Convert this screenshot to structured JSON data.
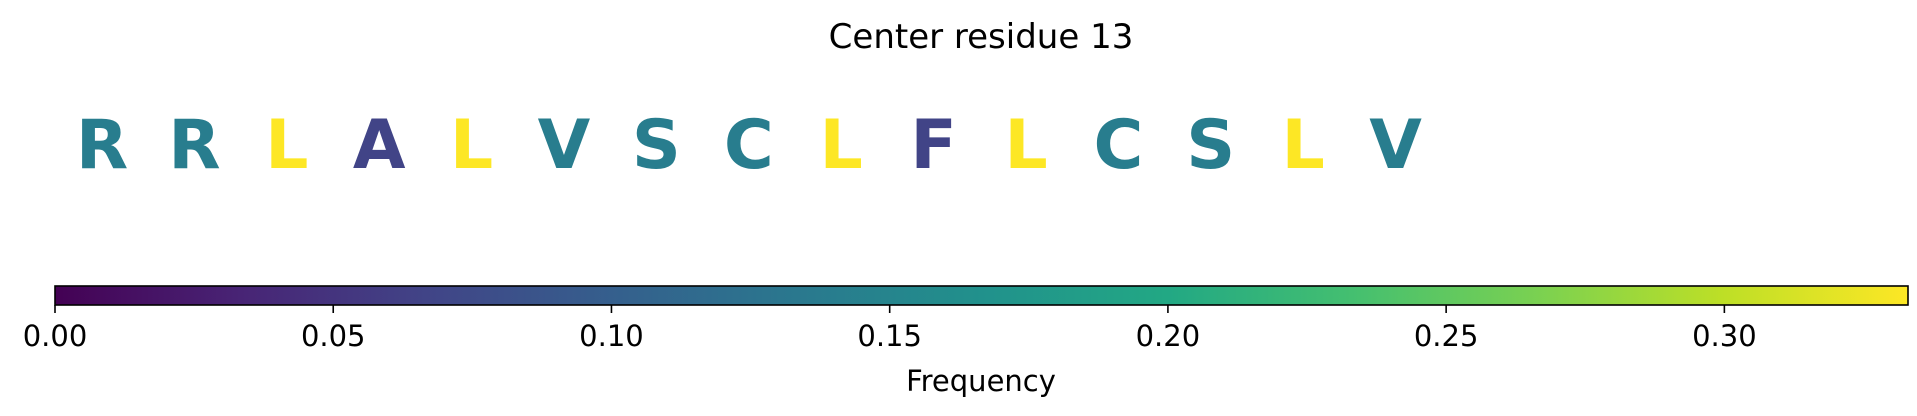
{
  "chart_data": {
    "type": "heatmap",
    "title": "Center residue 13",
    "residues": [
      {
        "letter": "R",
        "frequency": 0.14
      },
      {
        "letter": "R",
        "frequency": 0.14
      },
      {
        "letter": "L",
        "frequency": 0.333
      },
      {
        "letter": "A",
        "frequency": 0.067
      },
      {
        "letter": "L",
        "frequency": 0.333
      },
      {
        "letter": "V",
        "frequency": 0.14
      },
      {
        "letter": "S",
        "frequency": 0.14
      },
      {
        "letter": "C",
        "frequency": 0.14
      },
      {
        "letter": "L",
        "frequency": 0.333
      },
      {
        "letter": "F",
        "frequency": 0.067
      },
      {
        "letter": "L",
        "frequency": 0.333
      },
      {
        "letter": "C",
        "frequency": 0.14
      },
      {
        "letter": "S",
        "frequency": 0.14
      },
      {
        "letter": "L",
        "frequency": 0.333
      },
      {
        "letter": "V",
        "frequency": 0.14
      }
    ],
    "colorbar": {
      "label": "Frequency",
      "colormap": "viridis",
      "range": [
        0,
        0.333
      ],
      "ticks": [
        0.0,
        0.05,
        0.1,
        0.15,
        0.2,
        0.25,
        0.3
      ],
      "tick_labels": [
        "0.00",
        "0.05",
        "0.10",
        "0.15",
        "0.20",
        "0.25",
        "0.30"
      ],
      "orientation": "horizontal",
      "placement": "bottom"
    }
  }
}
